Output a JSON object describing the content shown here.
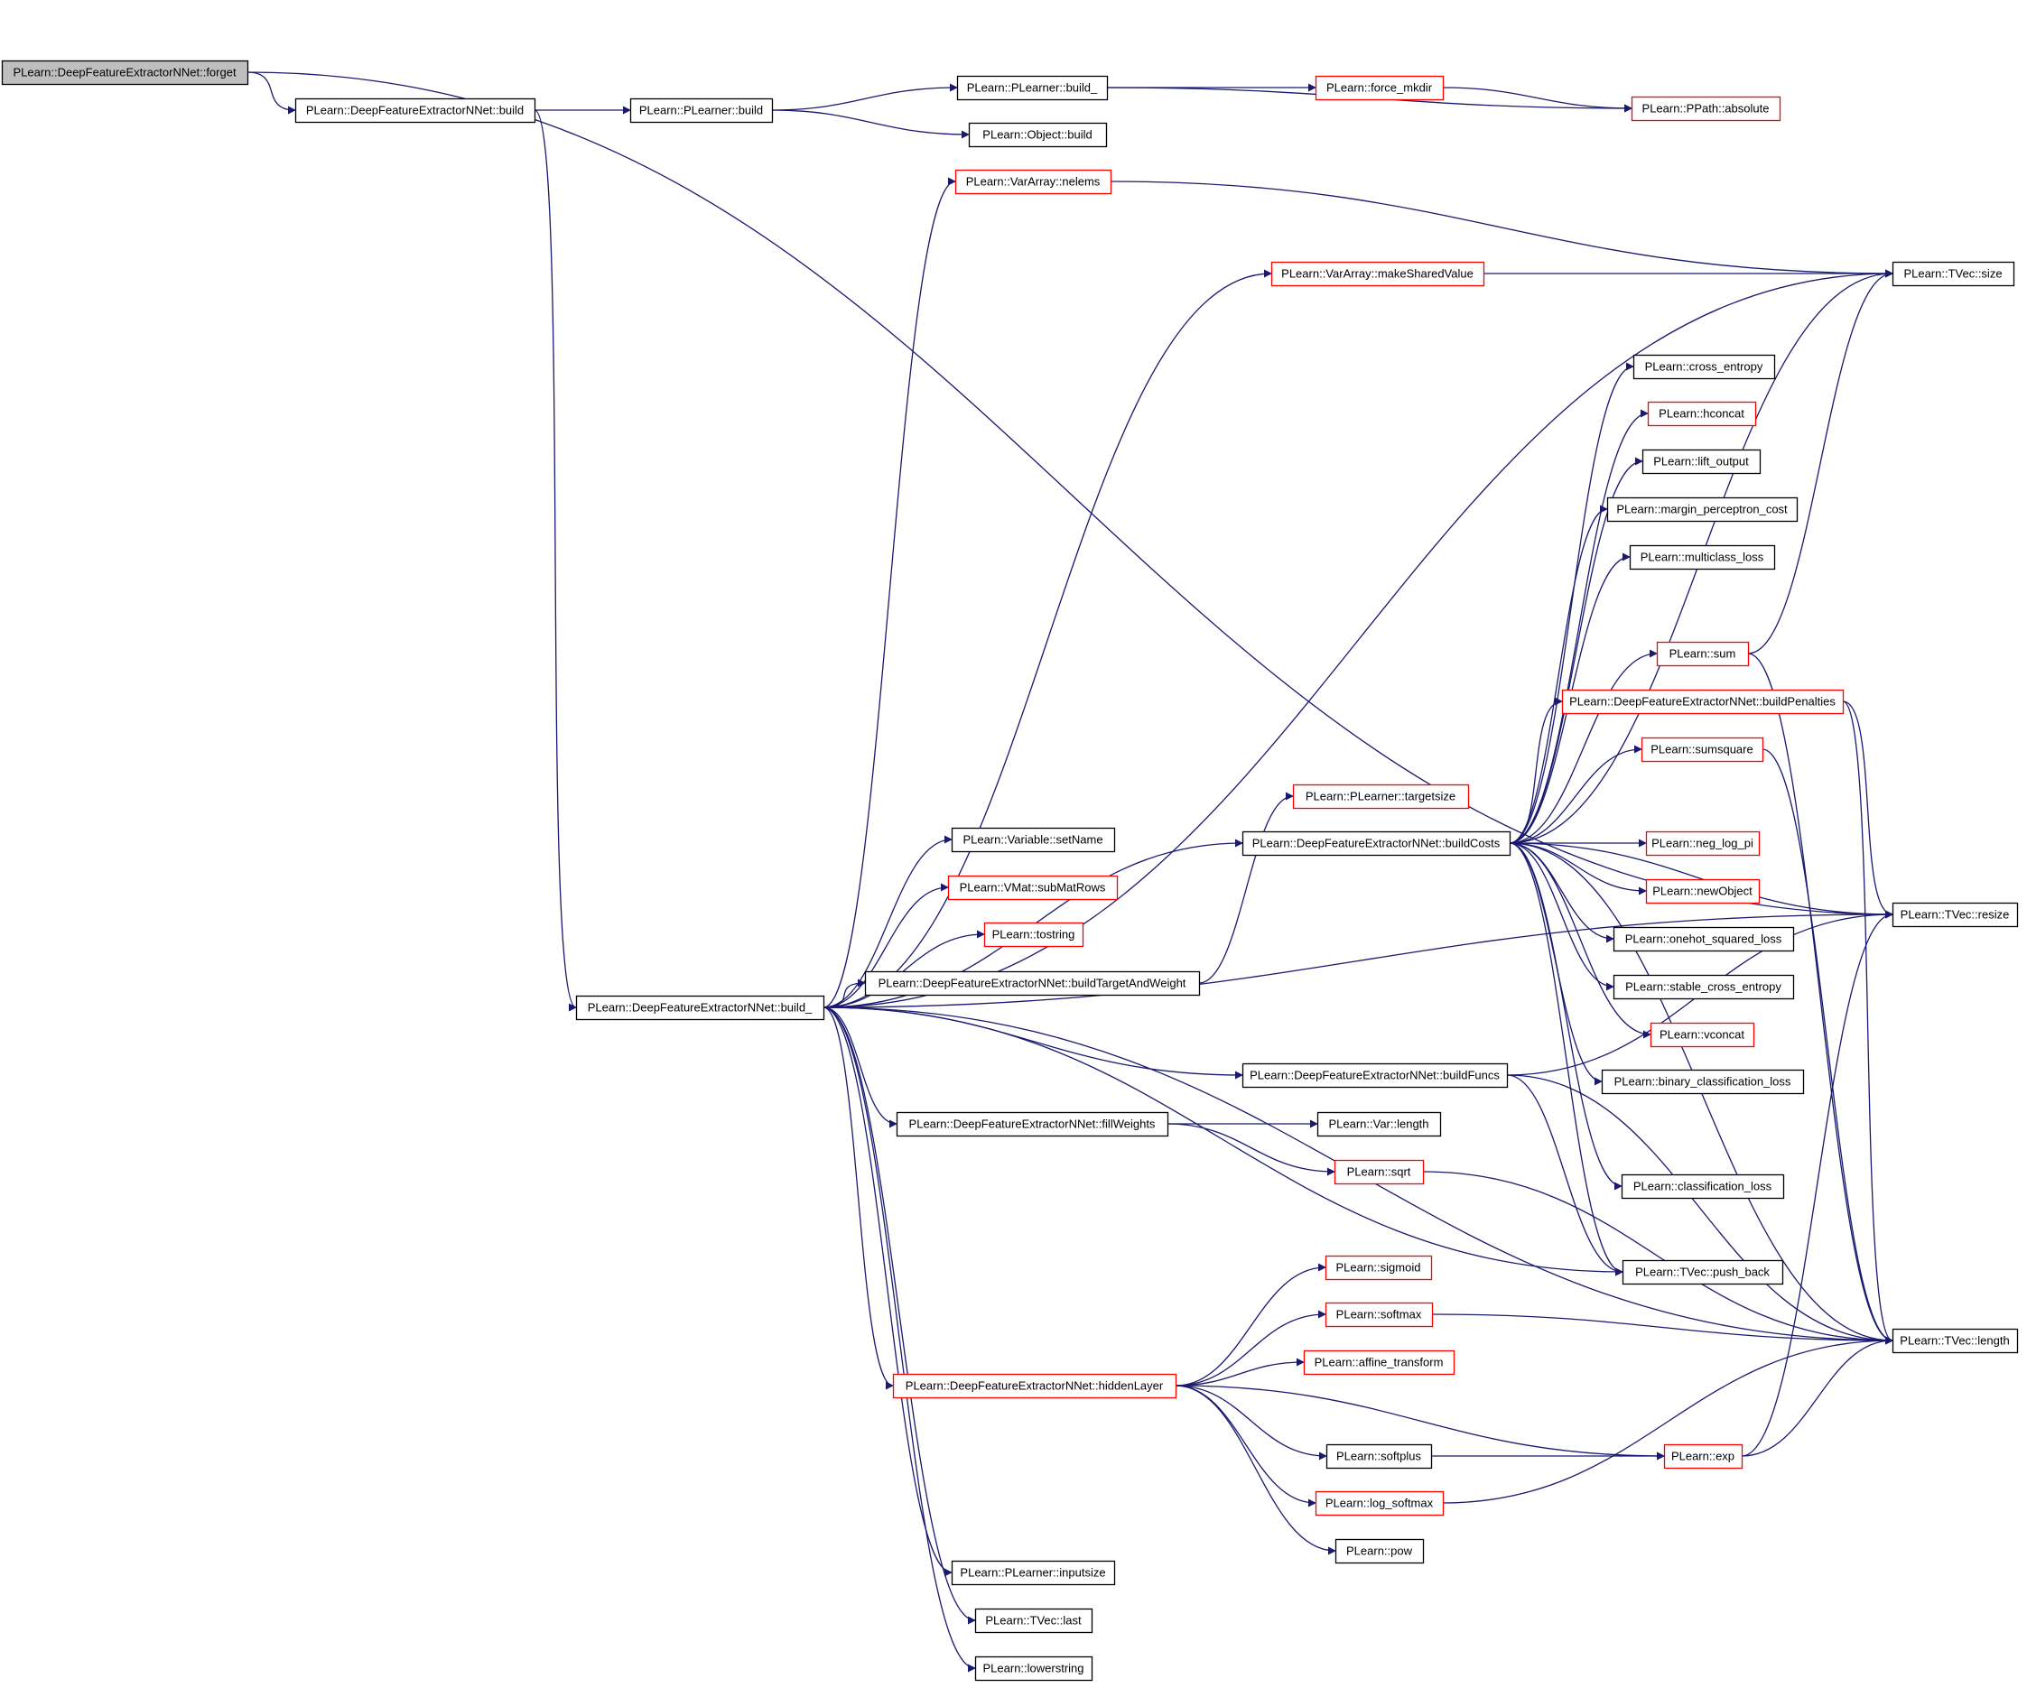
{
  "graph": {
    "colors": {
      "edge": "#191970",
      "node_border_normal": "#000000",
      "node_border_truncated": "#ff0000",
      "node_fill": "#ffffff",
      "root_fill": "#bfbfbf",
      "text": "#000000"
    },
    "nodes": [
      {
        "id": "forget",
        "label": "PLearn::DeepFeatureExtractorNNet::forget",
        "style": "root"
      },
      {
        "id": "build",
        "label": "PLearn::DeepFeatureExtractorNNet::build",
        "style": "normal"
      },
      {
        "id": "plbuild",
        "label": "PLearn::PLearner::build",
        "style": "normal"
      },
      {
        "id": "plbuild_",
        "label": "PLearn::PLearner::build_",
        "style": "normal"
      },
      {
        "id": "objbuild",
        "label": "PLearn::Object::build",
        "style": "normal"
      },
      {
        "id": "mkdir",
        "label": "PLearn::force_mkdir",
        "style": "truncated"
      },
      {
        "id": "absolute",
        "label": "PLearn::PPath::absolute",
        "style": "truncated"
      },
      {
        "id": "nelems",
        "label": "PLearn::VarArray::nelems",
        "style": "truncated"
      },
      {
        "id": "mksv",
        "label": "PLearn::VarArray::makeSharedValue",
        "style": "truncated"
      },
      {
        "id": "size",
        "label": "PLearn::TVec::size",
        "style": "normal"
      },
      {
        "id": "xent",
        "label": "PLearn::cross_entropy",
        "style": "normal"
      },
      {
        "id": "hconcat",
        "label": "PLearn::hconcat",
        "style": "truncated"
      },
      {
        "id": "lift",
        "label": "PLearn::lift_output",
        "style": "normal"
      },
      {
        "id": "margin",
        "label": "PLearn::margin_perceptron_cost",
        "style": "normal"
      },
      {
        "id": "mcloss",
        "label": "PLearn::multiclass_loss",
        "style": "normal"
      },
      {
        "id": "sum",
        "label": "PLearn::sum",
        "style": "truncated"
      },
      {
        "id": "bpen",
        "label": "PLearn::DeepFeatureExtractorNNet::buildPenalties",
        "style": "truncated"
      },
      {
        "id": "sumsq",
        "label": "PLearn::sumsquare",
        "style": "truncated"
      },
      {
        "id": "targetsize",
        "label": "PLearn::PLearner::targetsize",
        "style": "truncated"
      },
      {
        "id": "setname",
        "label": "PLearn::Variable::setName",
        "style": "normal"
      },
      {
        "id": "bcosts",
        "label": "PLearn::DeepFeatureExtractorNNet::buildCosts",
        "style": "normal"
      },
      {
        "id": "neglog",
        "label": "PLearn::neg_log_pi",
        "style": "truncated"
      },
      {
        "id": "submat",
        "label": "PLearn::VMat::subMatRows",
        "style": "truncated"
      },
      {
        "id": "newobj",
        "label": "PLearn::newObject",
        "style": "truncated"
      },
      {
        "id": "resize",
        "label": "PLearn::TVec::resize",
        "style": "normal"
      },
      {
        "id": "tostring",
        "label": "PLearn::tostring",
        "style": "truncated"
      },
      {
        "id": "onehot",
        "label": "PLearn::onehot_squared_loss",
        "style": "normal"
      },
      {
        "id": "btw",
        "label": "PLearn::DeepFeatureExtractorNNet::buildTargetAndWeight",
        "style": "normal"
      },
      {
        "id": "stablexent",
        "label": "PLearn::stable_cross_entropy",
        "style": "normal"
      },
      {
        "id": "build_",
        "label": "PLearn::DeepFeatureExtractorNNet::build_",
        "style": "normal"
      },
      {
        "id": "vconcat",
        "label": "PLearn::vconcat",
        "style": "truncated"
      },
      {
        "id": "binloss",
        "label": "PLearn::binary_classification_loss",
        "style": "normal"
      },
      {
        "id": "bfuncs",
        "label": "PLearn::DeepFeatureExtractorNNet::buildFuncs",
        "style": "normal"
      },
      {
        "id": "fillw",
        "label": "PLearn::DeepFeatureExtractorNNet::fillWeights",
        "style": "normal"
      },
      {
        "id": "varlen",
        "label": "PLearn::Var::length",
        "style": "normal"
      },
      {
        "id": "sqrt",
        "label": "PLearn::sqrt",
        "style": "truncated"
      },
      {
        "id": "closs",
        "label": "PLearn::classification_loss",
        "style": "normal"
      },
      {
        "id": "sigmoid",
        "label": "PLearn::sigmoid",
        "style": "truncated"
      },
      {
        "id": "pushback",
        "label": "PLearn::TVec::push_back",
        "style": "normal"
      },
      {
        "id": "softmax",
        "label": "PLearn::softmax",
        "style": "truncated"
      },
      {
        "id": "length",
        "label": "PLearn::TVec::length",
        "style": "normal"
      },
      {
        "id": "affine",
        "label": "PLearn::affine_transform",
        "style": "truncated"
      },
      {
        "id": "hidden",
        "label": "PLearn::DeepFeatureExtractorNNet::hiddenLayer",
        "style": "truncated"
      },
      {
        "id": "softplus",
        "label": "PLearn::softplus",
        "style": "normal"
      },
      {
        "id": "exp",
        "label": "PLearn::exp",
        "style": "truncated"
      },
      {
        "id": "logsoftmax",
        "label": "PLearn::log_softmax",
        "style": "truncated"
      },
      {
        "id": "pow",
        "label": "PLearn::pow",
        "style": "normal"
      },
      {
        "id": "inputsize",
        "label": "PLearn::PLearner::inputsize",
        "style": "normal"
      },
      {
        "id": "last",
        "label": "PLearn::TVec::last",
        "style": "normal"
      },
      {
        "id": "lower",
        "label": "PLearn::lowerstring",
        "style": "normal"
      }
    ],
    "edges": [
      [
        "forget",
        "build"
      ],
      [
        "forget",
        "resize"
      ],
      [
        "build",
        "plbuild"
      ],
      [
        "build",
        "build_"
      ],
      [
        "plbuild",
        "plbuild_"
      ],
      [
        "plbuild",
        "objbuild"
      ],
      [
        "plbuild_",
        "mkdir"
      ],
      [
        "plbuild_",
        "absolute"
      ],
      [
        "mkdir",
        "absolute"
      ],
      [
        "build_",
        "nelems"
      ],
      [
        "build_",
        "size"
      ],
      [
        "build_",
        "mksv"
      ],
      [
        "build_",
        "length"
      ],
      [
        "build_",
        "setname"
      ],
      [
        "build_",
        "submat"
      ],
      [
        "build_",
        "tostring"
      ],
      [
        "build_",
        "btw"
      ],
      [
        "build_",
        "bcosts"
      ],
      [
        "build_",
        "bfuncs"
      ],
      [
        "build_",
        "fillw"
      ],
      [
        "build_",
        "pushback"
      ],
      [
        "build_",
        "hidden"
      ],
      [
        "build_",
        "inputsize"
      ],
      [
        "build_",
        "last"
      ],
      [
        "build_",
        "lower"
      ],
      [
        "build_",
        "resize"
      ],
      [
        "nelems",
        "size"
      ],
      [
        "mksv",
        "size"
      ],
      [
        "btw",
        "targetsize"
      ],
      [
        "bcosts",
        "xent"
      ],
      [
        "bcosts",
        "hconcat"
      ],
      [
        "bcosts",
        "lift"
      ],
      [
        "bcosts",
        "margin"
      ],
      [
        "bcosts",
        "mcloss"
      ],
      [
        "bcosts",
        "sum"
      ],
      [
        "bcosts",
        "bpen"
      ],
      [
        "bcosts",
        "sumsq"
      ],
      [
        "bcosts",
        "neglog"
      ],
      [
        "bcosts",
        "newobj"
      ],
      [
        "bcosts",
        "onehot"
      ],
      [
        "bcosts",
        "stablexent"
      ],
      [
        "bcosts",
        "vconcat"
      ],
      [
        "bcosts",
        "binloss"
      ],
      [
        "bcosts",
        "closs"
      ],
      [
        "bcosts",
        "pushback"
      ],
      [
        "bcosts",
        "size"
      ],
      [
        "bcosts",
        "length"
      ],
      [
        "bcosts",
        "resize"
      ],
      [
        "sum",
        "size"
      ],
      [
        "sum",
        "length"
      ],
      [
        "bpen",
        "resize"
      ],
      [
        "bpen",
        "length"
      ],
      [
        "sumsq",
        "length"
      ],
      [
        "bfuncs",
        "pushback"
      ],
      [
        "bfuncs",
        "length"
      ],
      [
        "bfuncs",
        "resize"
      ],
      [
        "fillw",
        "varlen"
      ],
      [
        "fillw",
        "sqrt"
      ],
      [
        "sqrt",
        "length"
      ],
      [
        "hidden",
        "sigmoid"
      ],
      [
        "hidden",
        "softmax"
      ],
      [
        "hidden",
        "affine"
      ],
      [
        "hidden",
        "softplus"
      ],
      [
        "hidden",
        "exp"
      ],
      [
        "hidden",
        "logsoftmax"
      ],
      [
        "hidden",
        "pow"
      ],
      [
        "softmax",
        "length"
      ],
      [
        "softplus",
        "exp"
      ],
      [
        "exp",
        "length"
      ],
      [
        "exp",
        "resize"
      ],
      [
        "logsoftmax",
        "length"
      ]
    ]
  }
}
